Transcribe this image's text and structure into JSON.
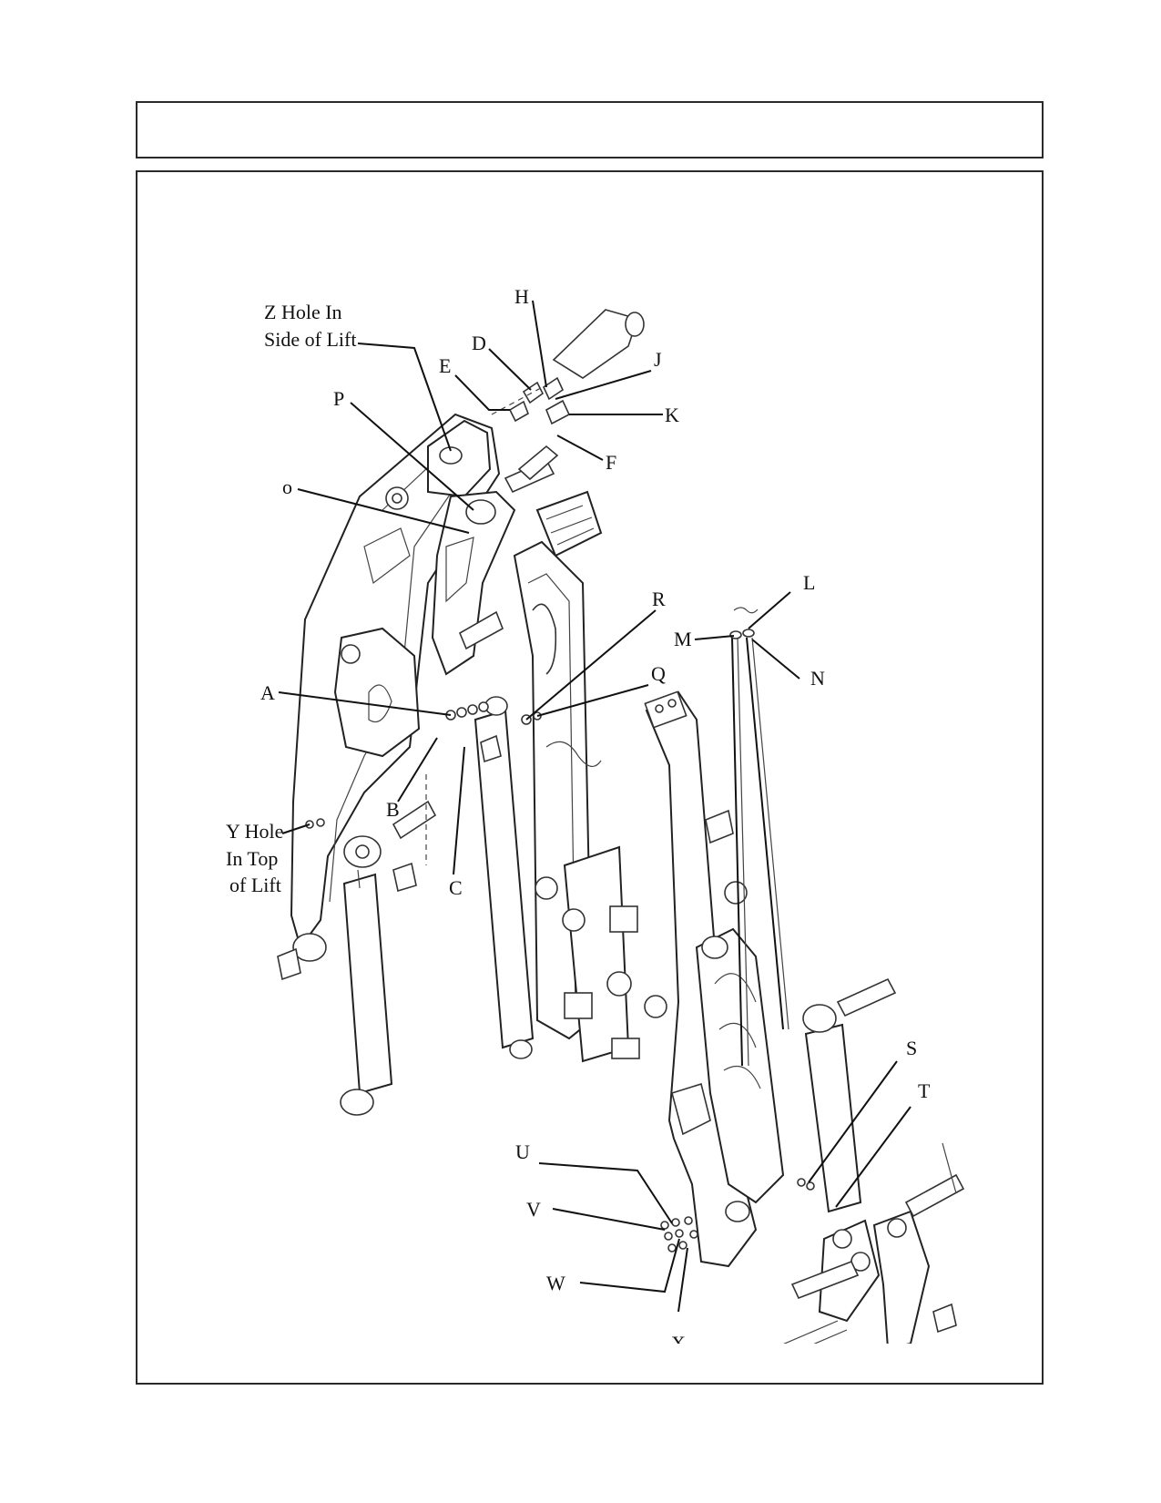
{
  "header": {
    "title": ""
  },
  "labels": {
    "z_note_line1": "Z Hole In",
    "z_note_line2": "Side of Lift",
    "y_note_line1": "Y Hole",
    "y_note_line2": "In Top",
    "y_note_line3": "of Lift",
    "H": "H",
    "D": "D",
    "J": "J",
    "E": "E",
    "K": "K",
    "P": "P",
    "F": "F",
    "O": "o",
    "L": "L",
    "R": "R",
    "M": "M",
    "N": "N",
    "Q": "Q",
    "A": "A",
    "B": "B",
    "C": "C",
    "S": "S",
    "T": "T",
    "U": "U",
    "V": "V",
    "W": "W",
    "X": "X"
  }
}
